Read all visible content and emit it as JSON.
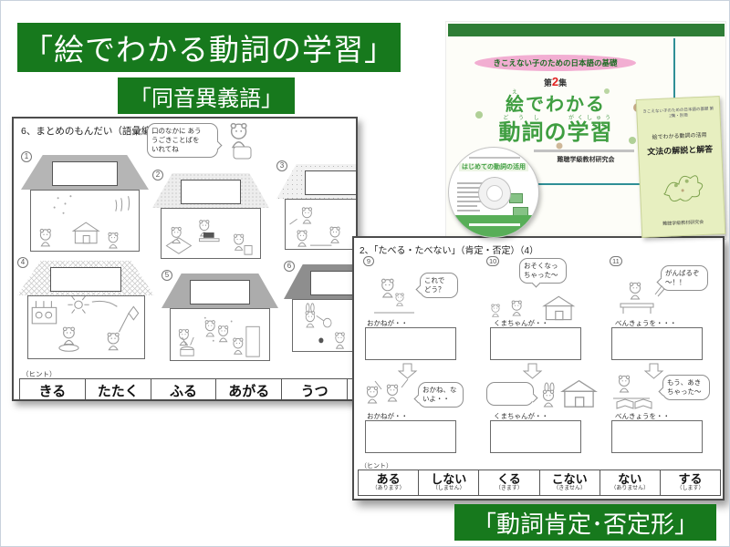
{
  "banners": {
    "main_title": "「絵でわかる動詞の学習」",
    "subtitle": "「同音異義語」",
    "bottom_label": "「動詞肯定･否定形」"
  },
  "left_worksheet": {
    "title": "6、まとめのもんだい（語彙編）（2）",
    "instruction_bubble": "口のなかに あう\nうごきことばを\nいれてね",
    "houses": [
      {
        "number": "1"
      },
      {
        "number": "2"
      },
      {
        "number": "3"
      },
      {
        "number": "4"
      },
      {
        "number": "5"
      },
      {
        "number": "6"
      }
    ],
    "hint_label": "（ヒント）",
    "hint_words": [
      "きる",
      "たたく",
      "ふる",
      "あがる",
      "うつ"
    ]
  },
  "right_worksheet": {
    "title": "2、「たべる・たべない」（肯定・否定）（4）",
    "top_items": [
      {
        "number": "9",
        "bubble": "これで\nどう？",
        "label": "おかねが・・"
      },
      {
        "number": "10",
        "bubble": "おそくなっ\nちゃった～",
        "label": "くまちゃんが・・"
      },
      {
        "number": "11",
        "bubble": "がんばるぞ\n～！！",
        "label": "べんきょうを・・・"
      }
    ],
    "bottom_items": [
      {
        "bubble": "おかね、な\nいよ・・",
        "label": "おかねが・・"
      },
      {
        "bubble": "",
        "label": "くまちゃんが・・"
      },
      {
        "bubble": "もう、あき\nちゃった～",
        "label": "べんきょうを・・"
      }
    ],
    "hint_label": "（ヒント）",
    "hints": [
      {
        "word": "ある",
        "reading": "（あります）"
      },
      {
        "word": "しない",
        "reading": "（しません）"
      },
      {
        "word": "くる",
        "reading": "（きます）"
      },
      {
        "word": "こない",
        "reading": "（きません）"
      },
      {
        "word": "ない",
        "reading": "（ありません）"
      },
      {
        "word": "する",
        "reading": "（します）"
      }
    ]
  },
  "book_cover": {
    "series": "きこえない子のための日本語の基礎",
    "volume_pre": "第",
    "volume_num": "2",
    "volume_post": "集",
    "title_seg_1": "絵",
    "title_ruby_1": "え",
    "title_seg_2": "でわかる",
    "title_seg_3": "動詞",
    "title_ruby_3": "どうし",
    "title_seg_4": "の",
    "title_seg_5": "学習",
    "title_ruby_5": "がくしゅう",
    "publisher": "難聴学級教材研究会"
  },
  "cd": {
    "label_title": "はじめての動詞の活用"
  },
  "booklet": {
    "header": "きこえない子のための日本語の基礎 第2集・別冊",
    "series_title": "絵でわかる動詞の活用",
    "title": "文法の解説と解答",
    "publisher": "難聴学級教材研究会"
  }
}
